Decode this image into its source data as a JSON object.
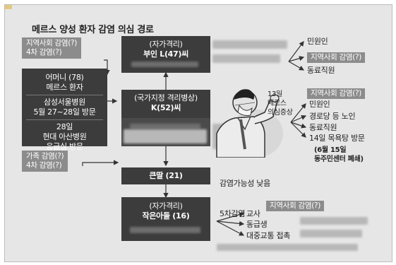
{
  "title": "메르스 양성 환자 감염 의심 경로",
  "left_tags": {
    "community": [
      "지역사회 감염(?)",
      "4차 감염(?)"
    ],
    "family": [
      "가족 감염(?)",
      "4차 감염(?)"
    ]
  },
  "mother_box": {
    "name": "어머니 (78)",
    "role": "메르스 환자",
    "visit1": [
      "삼성서울병원",
      "5월 27~28일 방문"
    ],
    "visit2": [
      "28일",
      "현대 아산병원",
      "응급실 방문"
    ]
  },
  "wife_box": {
    "label": "(자가격리)",
    "name": "부인 L(47)씨"
  },
  "patient_box": {
    "label": "(국가지정 격리병상)",
    "name": "K(52)씨"
  },
  "daughter_box": {
    "name": "큰딸 (21)"
  },
  "son_box": {
    "label": "(자가격리)",
    "name": "작은아들 (16)"
  },
  "daughter_note": "감염가능성 낮음",
  "son_note": "5차감염",
  "wife_contacts": {
    "items": [
      "민원인",
      "지역사회 감염(?)",
      "동료직원"
    ]
  },
  "patient_contacts": {
    "header": "지역사회 감염(?)",
    "day_label": [
      "13일",
      "메르스",
      "의심증상"
    ],
    "items": [
      "민원인",
      "경로당 등 노인",
      "동료직원",
      "14일 목욕탕 방문"
    ],
    "note": [
      "(6월 15일",
      "동주민센터 폐쇄)"
    ]
  },
  "son_contacts": {
    "header": "지역사회 감염(?)",
    "items": [
      "교사",
      "동급생",
      "대중교통 접촉"
    ]
  },
  "colors": {
    "dark_box": "#3c3c3c",
    "tag_gray": "#8c8c8c",
    "background": "#e6e6e6"
  },
  "icons": {
    "figure": "patient-illustration"
  }
}
